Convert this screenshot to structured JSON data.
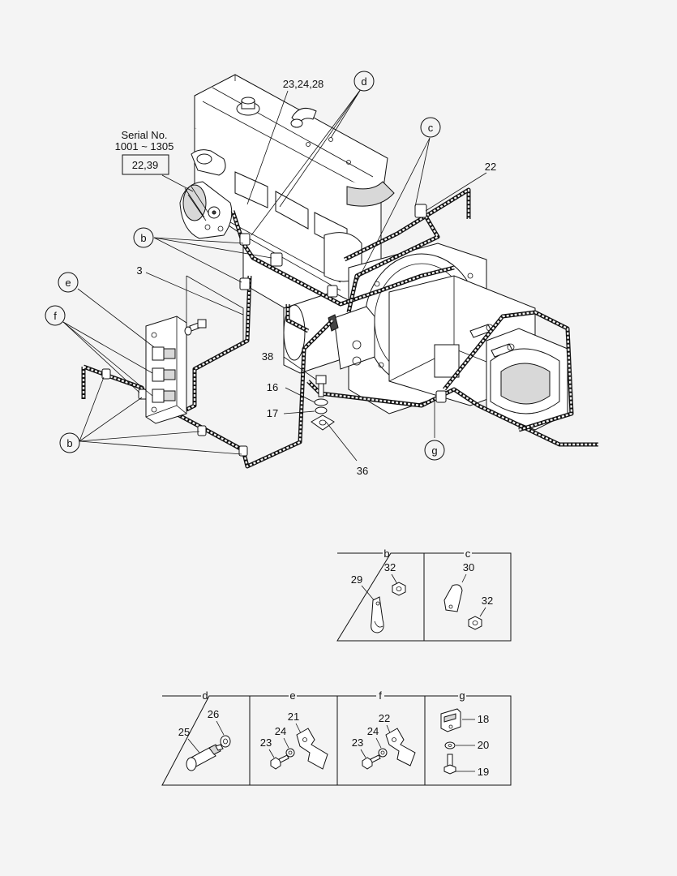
{
  "serial_note": {
    "label": "Serial No.",
    "range": "1001 ~ 1305",
    "boxed_parts": "22,39"
  },
  "detail_circles": [
    {
      "id": "d-top",
      "letter": "d"
    },
    {
      "id": "c-top",
      "letter": "c"
    },
    {
      "id": "b-upper",
      "letter": "b"
    },
    {
      "id": "e-left",
      "letter": "e"
    },
    {
      "id": "f-left",
      "letter": "f"
    },
    {
      "id": "b-lower",
      "letter": "b"
    },
    {
      "id": "g-bottom",
      "letter": "g"
    }
  ],
  "callouts": {
    "c232428": "23,24,28",
    "c22": "22",
    "c3": "3",
    "c38": "38",
    "c16": "16",
    "c17": "17",
    "c36": "36"
  },
  "detail_panels_row1": [
    {
      "letter": "b",
      "parts": [
        "32",
        "29"
      ]
    },
    {
      "letter": "c",
      "parts": [
        "30",
        "32"
      ]
    }
  ],
  "detail_panels_row2": [
    {
      "letter": "d",
      "parts": [
        "26",
        "25"
      ]
    },
    {
      "letter": "e",
      "parts": [
        "21",
        "24",
        "23"
      ]
    },
    {
      "letter": "f",
      "parts": [
        "22",
        "24",
        "23"
      ]
    },
    {
      "letter": "g",
      "parts": [
        "18",
        "20",
        "19"
      ]
    }
  ]
}
